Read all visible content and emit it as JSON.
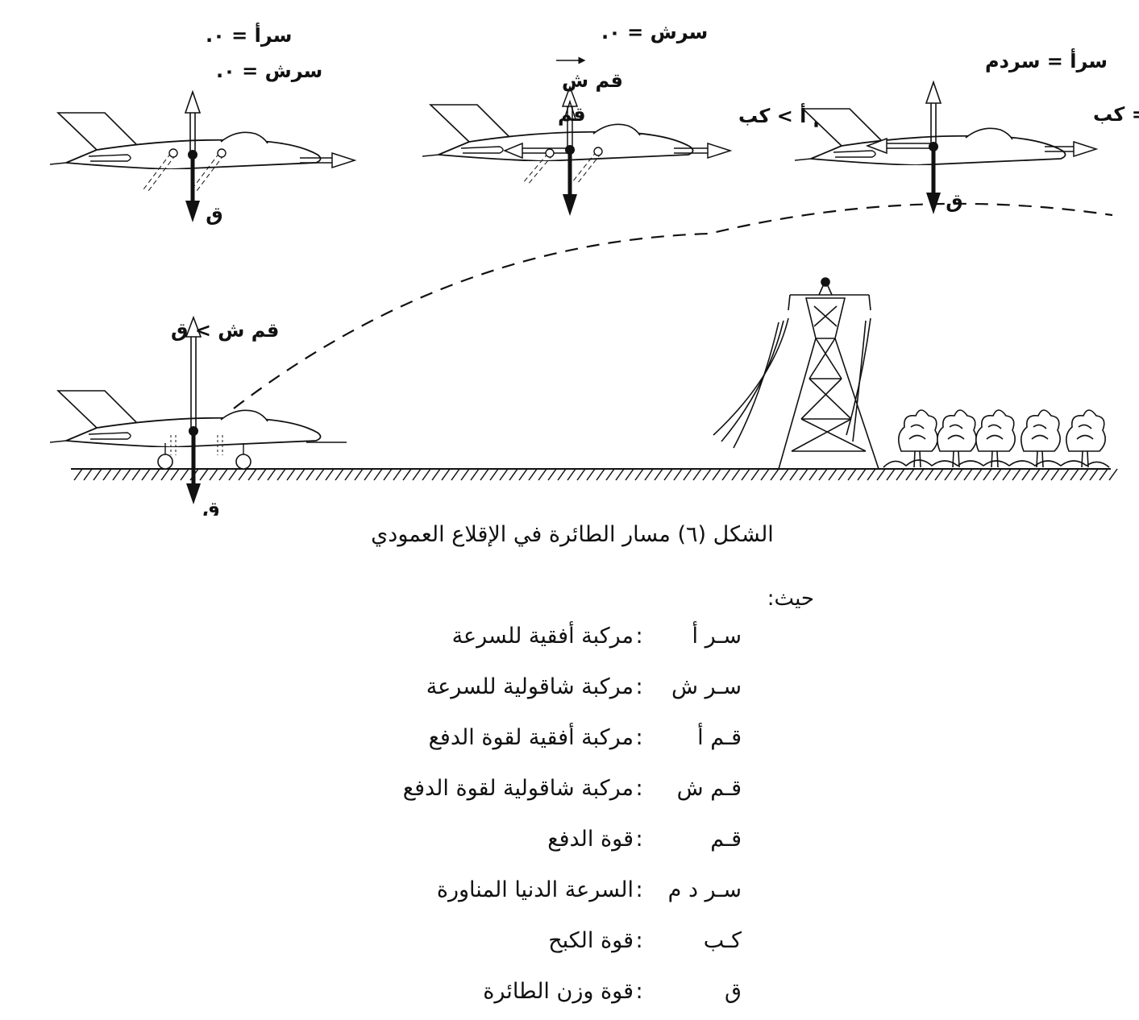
{
  "planes": {
    "p1": {
      "label1": "سرأ = ٠.",
      "label2": "سرش = ٠.",
      "weight": "ق"
    },
    "p2": {
      "label1": "سرش = ٠.",
      "label2": "قم ش",
      "label3": "قم",
      "label4": "قم أ > كب"
    },
    "p3": {
      "label1": "سرأ = سردم",
      "label2": "ق أ = كب",
      "weight": "ق"
    },
    "ground": {
      "label1": "قم ش > ق",
      "weight": "ق"
    }
  },
  "caption": "الشكل (٦) مسار الطائرة في الإقلاع العمودي",
  "legend_title": "حيث:",
  "legend": [
    {
      "symbol": "سـر أ",
      "definition": "مركبة أفقية للسرعة"
    },
    {
      "symbol": "سـر ش",
      "definition": "مركبة شاقولية للسرعة"
    },
    {
      "symbol": "قـم أ",
      "definition": "مركبة أفقية لقوة الدفع"
    },
    {
      "symbol": "قـم ش",
      "definition": "مركبة شاقولية لقوة الدفع"
    },
    {
      "symbol": "قـم",
      "definition": "قوة الدفع"
    },
    {
      "symbol": "سـر د م",
      "definition": "السرعة الدنيا المناورة"
    },
    {
      "symbol": "كـب",
      "definition": "قوة الكبح"
    },
    {
      "symbol": "ق",
      "definition": "قوة وزن الطائرة"
    }
  ]
}
